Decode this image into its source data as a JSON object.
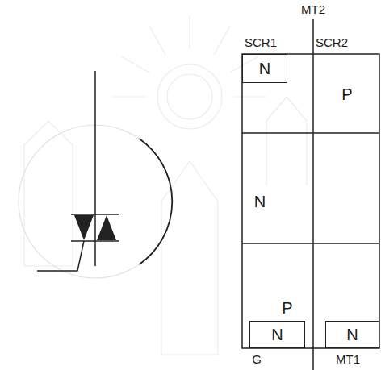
{
  "diagram": {
    "nodes": [
      {
        "text": [
          "N"
        ]
      },
      {
        "text": [
          "N"
        ]
      },
      {
        "text": [
          "N"
        ]
      }
    ],
    "labels": [
      "MT2",
      "SCR1",
      "SCR2",
      "P",
      "N",
      "P",
      "G",
      "MT1"
    ]
  }
}
